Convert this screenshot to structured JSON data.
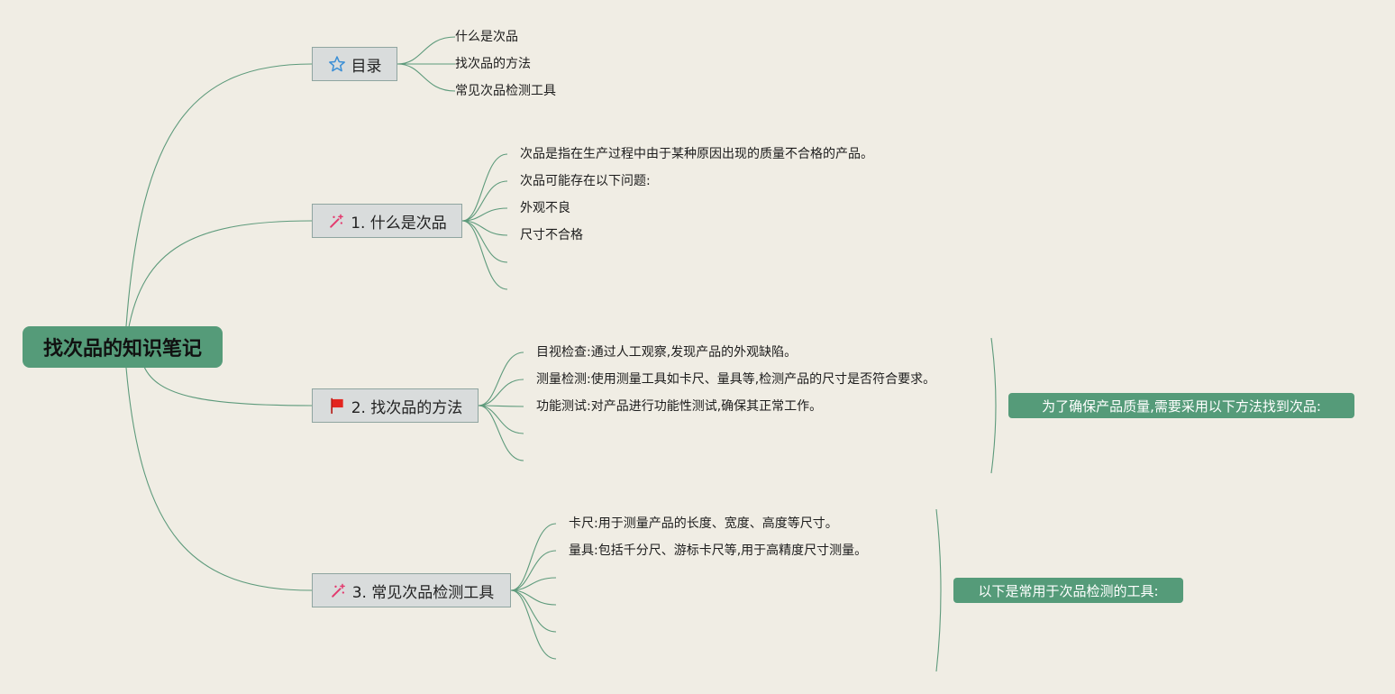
{
  "colors": {
    "background": "#f0ede4",
    "accent": "#559b79",
    "line": "#5d9a7b",
    "topic_fill": "#d9dcdc",
    "topic_border": "#8fa5a0",
    "star": "#3b8fd6",
    "wand": "#e33a6e",
    "flag": "#e3251f"
  },
  "root": {
    "label": "找次品的知识笔记"
  },
  "topics": [
    {
      "id": "toc",
      "label": "目录",
      "icon": "star-icon",
      "leaves": [
        "什么是次品",
        "找次品的方法",
        "常见次品检测工具"
      ]
    },
    {
      "id": "what",
      "label": "1. 什么是次品",
      "icon": "magic-wand-icon",
      "leaves": [
        "次品是指在生产过程中由于某种原因出现的质量不合格的产品。",
        "次品可能存在以下问题:",
        "外观不良",
        "尺寸不合格",
        "",
        ""
      ]
    },
    {
      "id": "methods",
      "label": "2. 找次品的方法",
      "icon": "red-flag-icon",
      "leaves": [
        "目视检查:通过人工观察,发现产品的外观缺陷。",
        "测量检测:使用测量工具如卡尺、量具等,检测产品的尺寸是否符合要求。",
        "功能测试:对产品进行功能性测试,确保其正常工作。",
        "",
        ""
      ],
      "summary": "为了确保产品质量,需要采用以下方法找到次品:"
    },
    {
      "id": "tools",
      "label": "3. 常见次品检测工具",
      "icon": "magic-wand-icon",
      "leaves": [
        "卡尺:用于测量产品的长度、宽度、高度等尺寸。",
        "量具:包括千分尺、游标卡尺等,用于高精度尺寸测量。",
        "",
        "",
        "",
        ""
      ],
      "summary": "以下是常用于次品检测的工具:"
    }
  ]
}
